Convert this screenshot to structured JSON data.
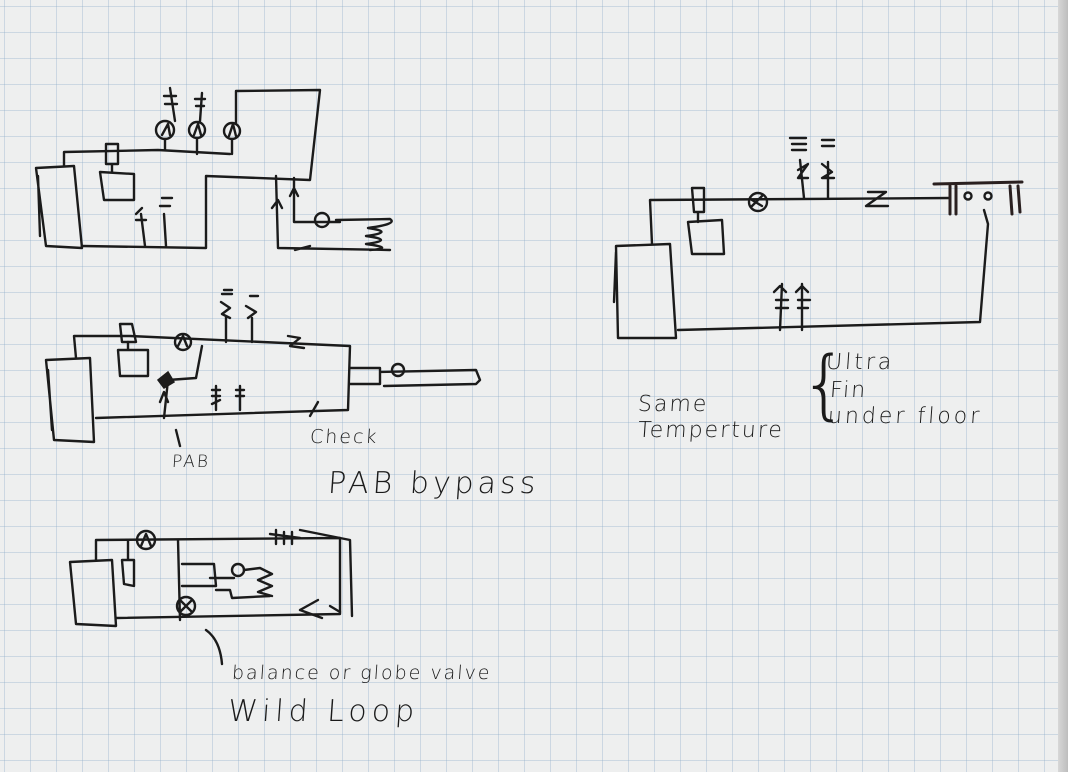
{
  "page": {
    "description": "Hand-drawn hydronic piping schematics on graph paper",
    "ink_color": "#1b1b1b",
    "paper_color": "#eeefef",
    "grid_color": "#8caac8"
  },
  "diagrams": [
    {
      "id": "top-left",
      "description": "Boiler with circulators, expansion tank, and fin-tube/radiant loop",
      "labels": []
    },
    {
      "id": "pab-bypass",
      "title": "PAB bypass",
      "labels": {
        "pab": "PAB",
        "check": "Check"
      }
    },
    {
      "id": "wild-loop",
      "title": "Wild Loop",
      "labels": {
        "note": "balance or globe valve"
      }
    },
    {
      "id": "right",
      "description": "Single-temperature loop with emitter",
      "labels": {
        "same": "Same",
        "temperature": "Temperture",
        "brace": "{",
        "ultra": "Ultra",
        "fin": "Fin",
        "under_floor": "under floor"
      }
    }
  ]
}
